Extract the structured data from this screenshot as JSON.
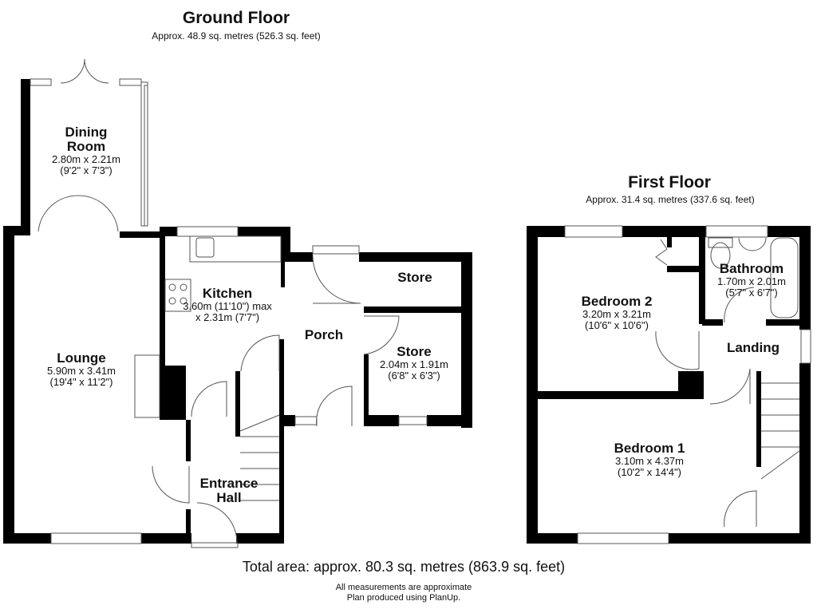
{
  "ground_floor": {
    "title": "Ground Floor",
    "area": "Approx. 48.9 sq. metres (526.3 sq. feet)",
    "rooms": [
      {
        "name_line1": "Dining",
        "name_line2": "Room",
        "dim_metric": "2.80m x 2.21m",
        "dim_imperial": "(9'2\" x 7'3\")"
      },
      {
        "name": "Kitchen",
        "dim_metric": "3.60m (11'10\") max",
        "dim_imperial": "x 2.31m (7'7\")"
      },
      {
        "name": "Lounge",
        "dim_metric": "5.90m x 3.41m",
        "dim_imperial": "(19'4\" x 11'2\")"
      },
      {
        "name": "Porch"
      },
      {
        "name": "Store"
      },
      {
        "name": "Store",
        "dim_metric": "2.04m x 1.91m",
        "dim_imperial": "(6'8\" x 6'3\")"
      },
      {
        "name_line1": "Entrance",
        "name_line2": "Hall"
      }
    ]
  },
  "first_floor": {
    "title": "First Floor",
    "area": "Approx. 31.4 sq. metres (337.6 sq. feet)",
    "rooms": [
      {
        "name": "Bedroom 2",
        "dim_metric": "3.20m x 3.21m",
        "dim_imperial": "(10'6\" x 10'6\")"
      },
      {
        "name": "Bathroom",
        "dim_metric": "1.70m x 2.01m",
        "dim_imperial": "(5'7\" x 6'7\")"
      },
      {
        "name": "Landing"
      },
      {
        "name": "Bedroom 1",
        "dim_metric": "3.10m x 4.37m",
        "dim_imperial": "(10'2\" x 14'4\")"
      }
    ]
  },
  "footer": {
    "total_area": "Total area: approx. 80.3 sq. metres (863.9 sq. feet)",
    "note_line1": "All measurements are approximate",
    "note_line2": "Plan produced using PlanUp."
  },
  "colors": {
    "wall": "#000000",
    "line": "#555555",
    "background": "#ffffff"
  }
}
